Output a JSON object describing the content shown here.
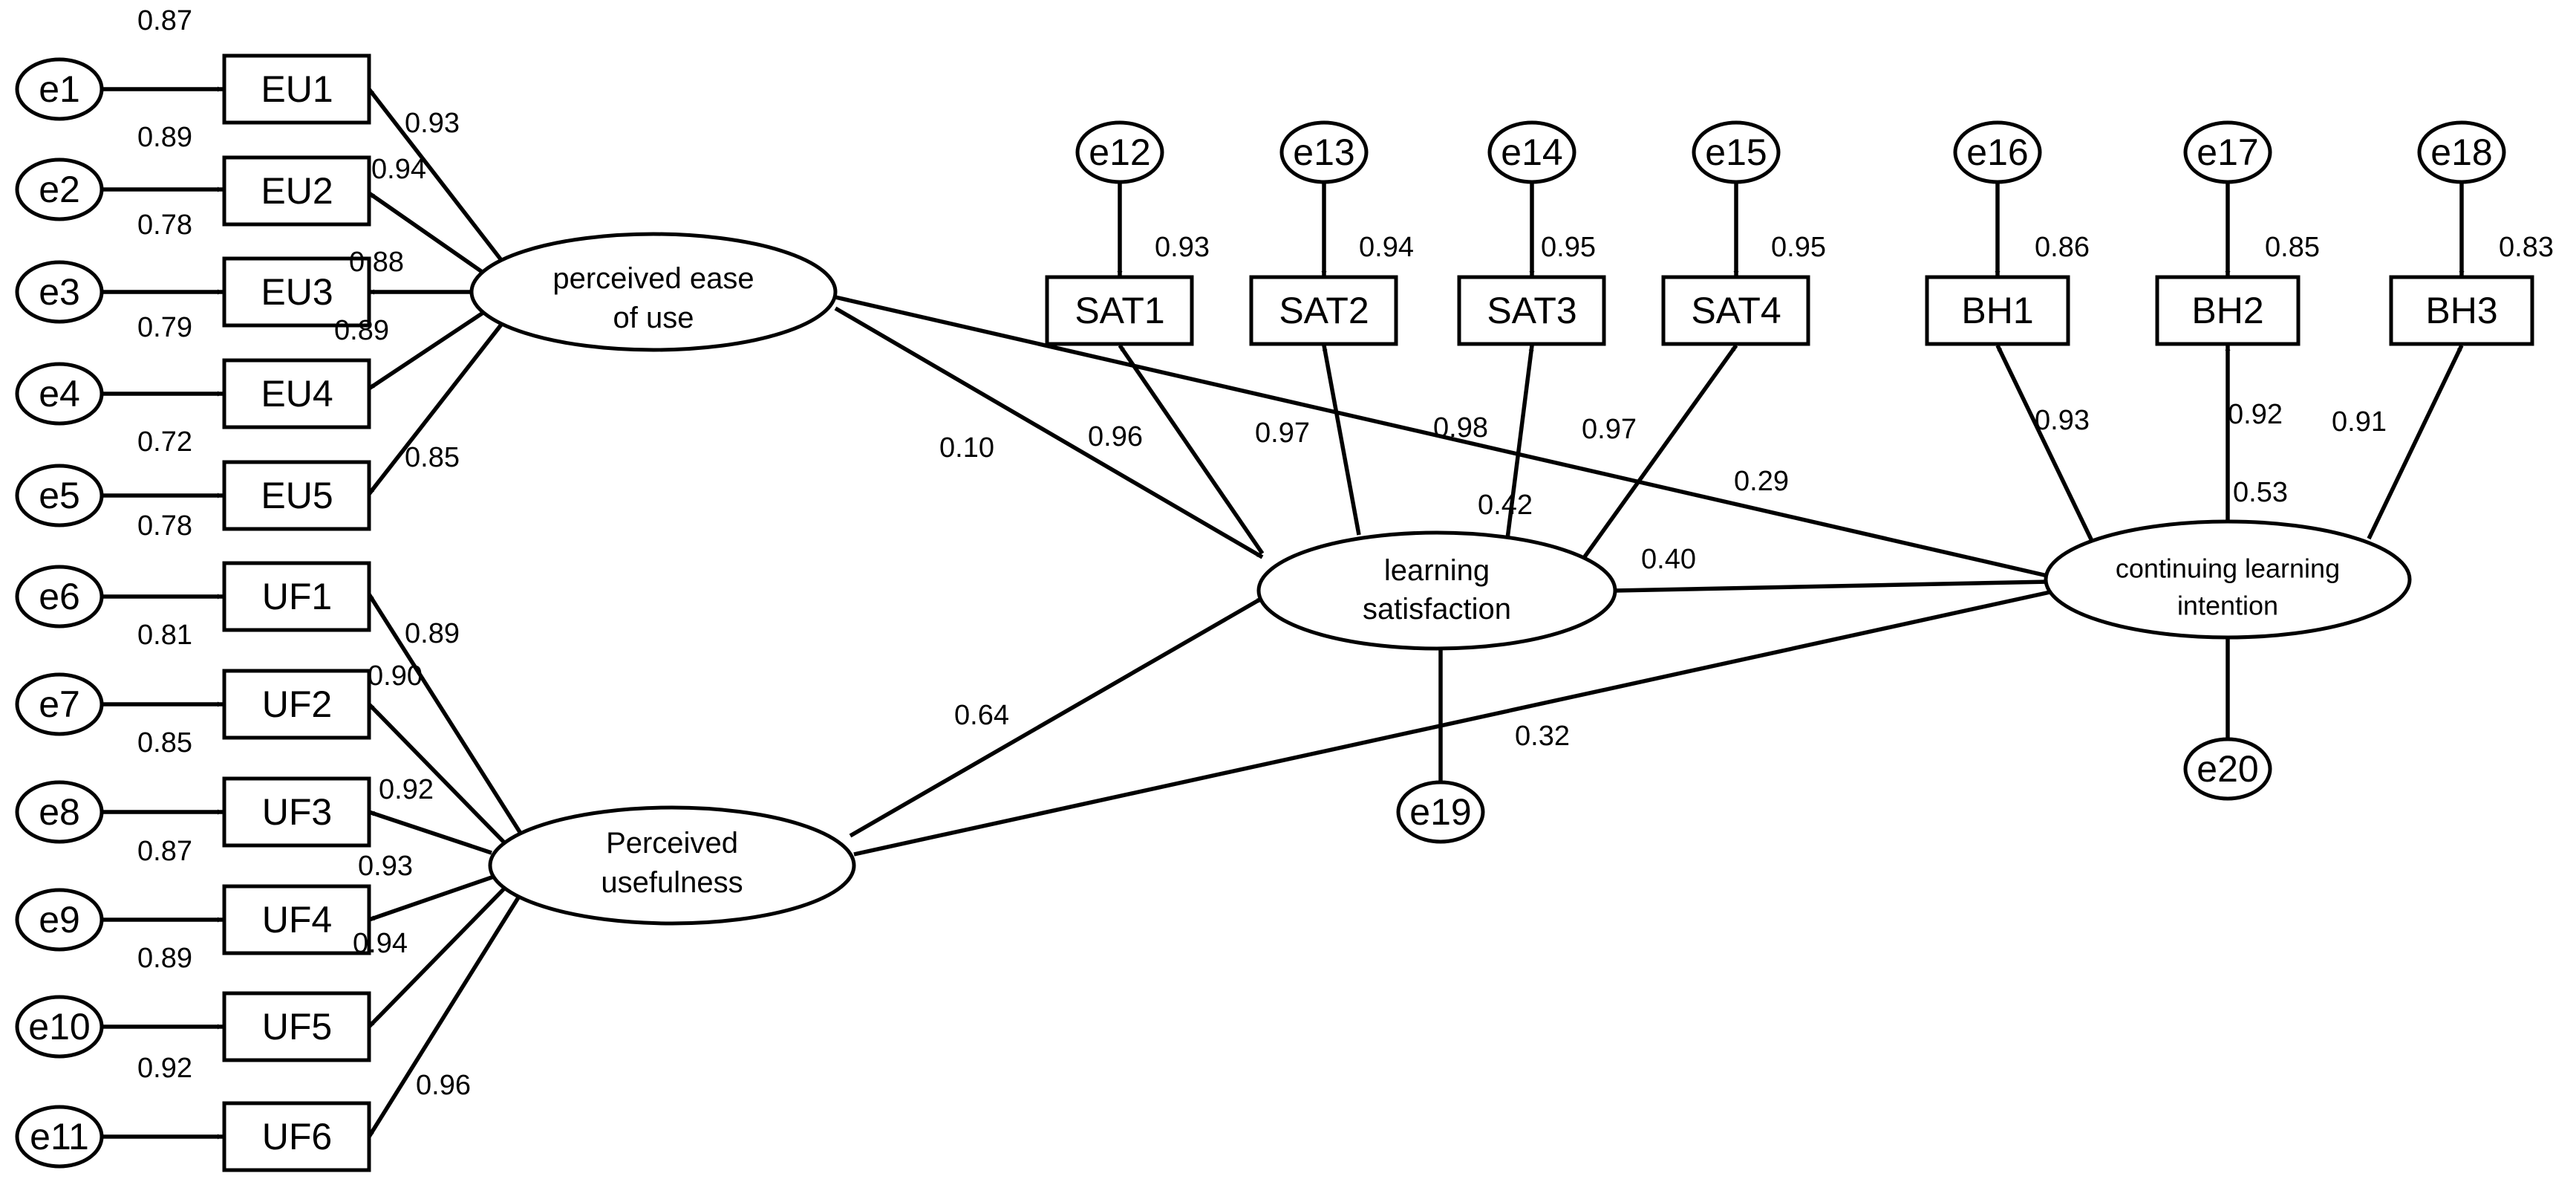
{
  "observed": {
    "EU1": "EU1",
    "EU2": "EU2",
    "EU3": "EU3",
    "EU4": "EU4",
    "EU5": "EU5",
    "UF1": "UF1",
    "UF2": "UF2",
    "UF3": "UF3",
    "UF4": "UF4",
    "UF5": "UF5",
    "UF6": "UF6",
    "SAT1": "SAT1",
    "SAT2": "SAT2",
    "SAT3": "SAT3",
    "SAT4": "SAT4",
    "BH1": "BH1",
    "BH2": "BH2",
    "BH3": "BH3"
  },
  "errors": {
    "e1": "e1",
    "e2": "e2",
    "e3": "e3",
    "e4": "e4",
    "e5": "e5",
    "e6": "e6",
    "e7": "e7",
    "e8": "e8",
    "e9": "e9",
    "e10": "e10",
    "e11": "e11",
    "e12": "e12",
    "e13": "e13",
    "e14": "e14",
    "e15": "e15",
    "e16": "e16",
    "e17": "e17",
    "e18": "e18",
    "e19": "e19",
    "e20": "e20"
  },
  "latents": {
    "peou": [
      "perceived ease",
      "of use"
    ],
    "pu": [
      "Perceived",
      "usefulness"
    ],
    "ls": [
      "learning",
      "satisfaction"
    ],
    "cli": [
      "continuing learning",
      "intention"
    ]
  },
  "r_squared": {
    "EU1": "0.87",
    "EU2": "0.89",
    "EU3": "0.78",
    "EU4": "0.79",
    "EU5": "0.72",
    "UF1": "0.78",
    "UF2": "0.81",
    "UF3": "0.85",
    "UF4": "0.87",
    "UF5": "0.89",
    "UF6": "0.92",
    "SAT1": "0.93",
    "SAT2": "0.94",
    "SAT3": "0.95",
    "SAT4": "0.95",
    "BH1": "0.86",
    "BH2": "0.85",
    "BH3": "0.83",
    "ls": "0.42",
    "cli": "0.53"
  },
  "loadings": {
    "EU1": "0.93",
    "EU2": "0.94",
    "EU3": "0.88",
    "EU4": "0.89",
    "EU5": "0.85",
    "UF1": "0.89",
    "UF2": "0.90",
    "UF3": "0.92",
    "UF4": "0.93",
    "UF5": "0.94",
    "UF6": "0.96",
    "SAT1": "0.96",
    "SAT2": "0.97",
    "SAT3": "0.98",
    "SAT4": "0.97",
    "BH1": "0.93",
    "BH2": "0.92",
    "BH3": "0.91"
  },
  "paths": {
    "peou_ls": "0.10",
    "pu_ls": "0.64",
    "peou_cli": "0.29",
    "ls_cli": "0.40",
    "pu_cli": "0.32"
  }
}
